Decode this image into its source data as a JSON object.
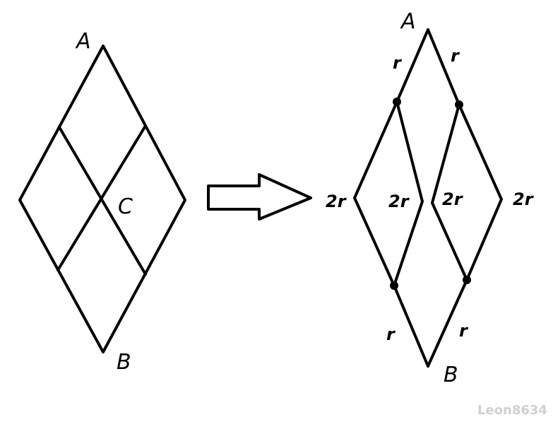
{
  "left_diagram": {
    "label_top": "A",
    "label_bottom": "B",
    "label_center": "C"
  },
  "right_diagram": {
    "label_top": "A",
    "label_bottom": "B",
    "resistors": {
      "top_left": "r",
      "top_right": "r",
      "bottom_left": "r",
      "bottom_right": "r",
      "outer_left": "2r",
      "inner_left": "2r",
      "inner_right": "2r",
      "outer_right": "2r"
    }
  },
  "watermark": "Leon8634"
}
